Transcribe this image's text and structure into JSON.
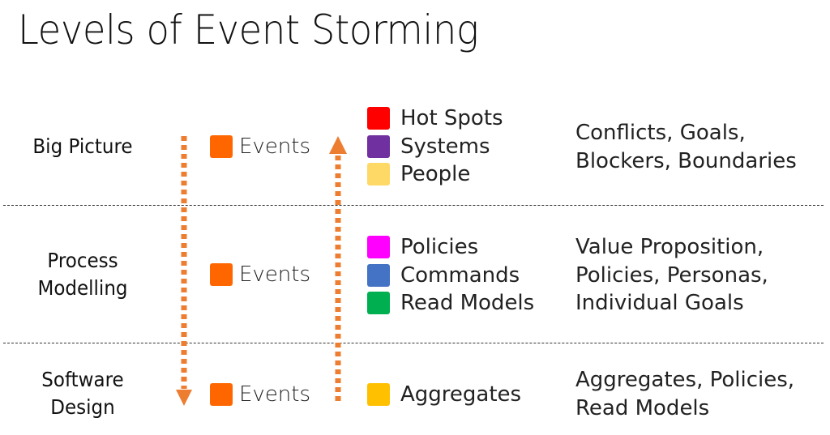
{
  "title": "Levels of Event Storming",
  "colors": {
    "arrow": "#ED7D31",
    "separator": "#333333",
    "events": "#FF6600"
  },
  "arrows": [
    {
      "direction": "down",
      "label": "down-arrow"
    },
    {
      "direction": "up",
      "label": "up-arrow"
    }
  ],
  "levels": [
    {
      "name": "Big Picture",
      "events_label": "Events",
      "sticky_notes": [
        {
          "label": "Hot Spots",
          "color": "#FF0000"
        },
        {
          "label": "Systems",
          "color": "#7030A0"
        },
        {
          "label": "People",
          "color": "#FFD966"
        }
      ],
      "description": "Conflicts, Goals,\nBlockers, Boundaries"
    },
    {
      "name": "Process\nModelling",
      "name_line1": "Process",
      "name_line2": "Modelling",
      "events_label": "Events",
      "sticky_notes": [
        {
          "label": "Policies",
          "color": "#FF00FF"
        },
        {
          "label": "Commands",
          "color": "#4472C4"
        },
        {
          "label": "Read Models",
          "color": "#00B050"
        }
      ],
      "description": "Value Proposition,\nPolicies, Personas,\nIndividual Goals"
    },
    {
      "name": "Software\nDesign",
      "name_line1": "Software",
      "name_line2": "Design",
      "events_label": "Events",
      "sticky_notes": [
        {
          "label": "Aggregates",
          "color": "#FFC000"
        }
      ],
      "description": "Aggregates, Policies,\nRead Models"
    }
  ]
}
